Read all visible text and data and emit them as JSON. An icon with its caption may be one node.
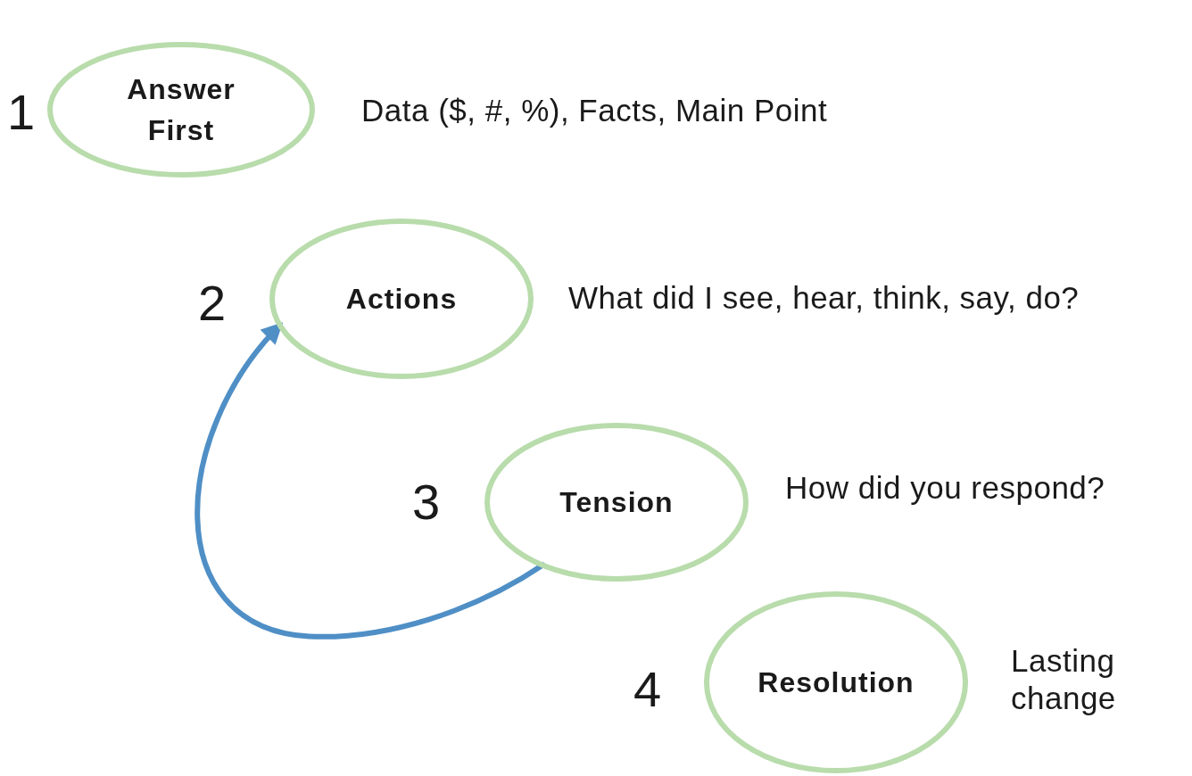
{
  "diagram": {
    "nodes": [
      {
        "text": [
          "Answer First"
        ],
        "beside": [
          "1",
          "Data ($, #, %), Facts, Main Point"
        ]
      },
      {
        "text": [
          "Actions"
        ],
        "beside": [
          "2",
          "What did I see, hear, think, say, do?"
        ]
      },
      {
        "text": [
          "Tension"
        ],
        "beside": [
          "3",
          "How did you respond?"
        ]
      },
      {
        "text": [
          "Resolution"
        ],
        "beside": [
          "4",
          "Lasting change"
        ]
      }
    ],
    "edges": [
      {
        "from": 2,
        "to": 1,
        "arrow": "to",
        "color": "#4f8fc6"
      }
    ]
  }
}
